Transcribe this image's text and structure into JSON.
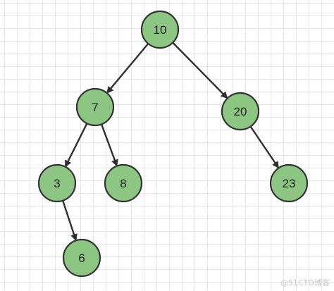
{
  "diagram": {
    "node_fill": "#8cc682",
    "node_stroke": "#333333",
    "edge_color": "#2f2f2f",
    "nodes": [
      {
        "id": "n10",
        "label": "10"
      },
      {
        "id": "n7",
        "label": "7"
      },
      {
        "id": "n20",
        "label": "20"
      },
      {
        "id": "n3",
        "label": "3"
      },
      {
        "id": "n8",
        "label": "8"
      },
      {
        "id": "n23",
        "label": "23"
      },
      {
        "id": "n6",
        "label": "6"
      }
    ],
    "edges": [
      {
        "from": "n10",
        "to": "n7"
      },
      {
        "from": "n10",
        "to": "n20"
      },
      {
        "from": "n7",
        "to": "n3"
      },
      {
        "from": "n7",
        "to": "n8"
      },
      {
        "from": "n20",
        "to": "n23"
      },
      {
        "from": "n3",
        "to": "n6"
      }
    ]
  },
  "watermark": "@51CTO博客"
}
